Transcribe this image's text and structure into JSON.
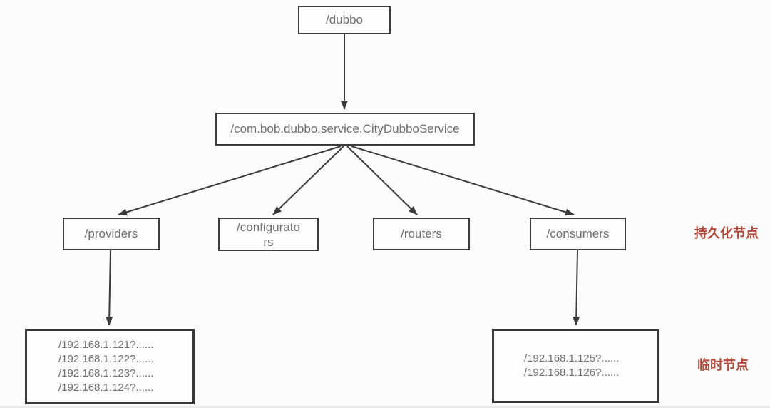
{
  "tree": {
    "root": {
      "label": "/dubbo"
    },
    "service": {
      "label": "/com.bob.dubbo.service.CityDubboService"
    },
    "persistent_children": [
      {
        "id": "providers",
        "label": "/providers"
      },
      {
        "id": "configurators",
        "label": "/configurators"
      },
      {
        "id": "routers",
        "label": "/routers"
      },
      {
        "id": "consumers",
        "label": "/consumers"
      }
    ],
    "provider_ips": {
      "lines": [
        "/192.168.1.121?......",
        "/192.168.1.122?......",
        "/192.168.1.123?......",
        "/192.168.1.124?......"
      ]
    },
    "consumer_ips": {
      "lines": [
        "/192.168.1.125?......",
        "/192.168.1.126?......"
      ]
    }
  },
  "annotations": {
    "persistent": "持久化节点",
    "ephemeral": "临时节点",
    "color": "#b1483a"
  },
  "style_colors": {
    "box_border": "#3d3d3d",
    "box_text": "#6e6e6e",
    "background": "#fcfcfc"
  }
}
